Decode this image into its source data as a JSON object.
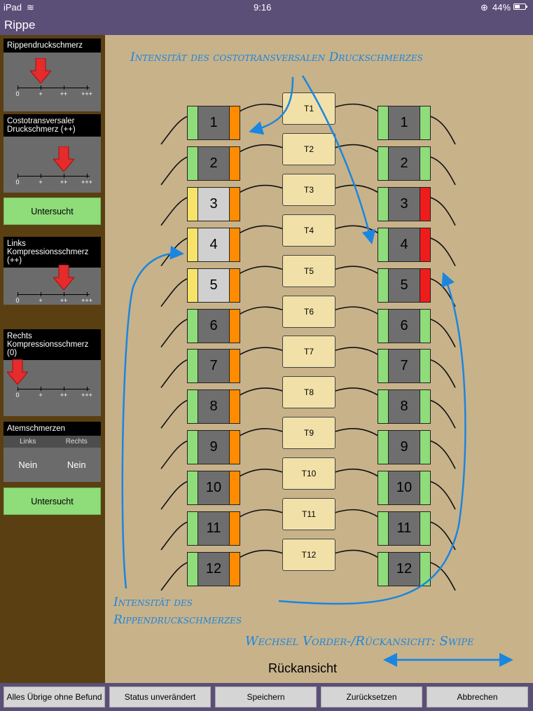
{
  "statusbar": {
    "device": "iPad",
    "time": "9:16",
    "battery": "44%"
  },
  "title": "Rippe",
  "sidebar": {
    "panels": [
      {
        "title": "Rippendruckschmerz",
        "level": 1
      },
      {
        "title": "Costotransversaler Druckschmerz (++)",
        "level": 2
      },
      {
        "title": "Links Kompressionsschmerz (++)",
        "level": 2
      },
      {
        "title": "Rechts Kompressionsschmerz (0)",
        "level": 0
      }
    ],
    "scale_labels": [
      "0",
      "+",
      "++",
      "+++"
    ],
    "untersucht_1": "Untersucht",
    "untersucht_2": "Untersucht",
    "atem": {
      "title": "Atemschmerzen",
      "col_left": "Links",
      "col_right": "Rechts",
      "val_left": "Nein",
      "val_right": "Nein"
    }
  },
  "ribs": {
    "left": [
      {
        "n": "1",
        "inner": "#8fdc7a",
        "center": "#6e6e6e",
        "outer": "#ff8c00"
      },
      {
        "n": "2",
        "inner": "#8fdc7a",
        "center": "#6e6e6e",
        "outer": "#ff8c00"
      },
      {
        "n": "3",
        "inner": "#f7e36a",
        "center": "#d0d0d0",
        "outer": "#ff8c00"
      },
      {
        "n": "4",
        "inner": "#f7e36a",
        "center": "#d0d0d0",
        "outer": "#ff8c00"
      },
      {
        "n": "5",
        "inner": "#f7e36a",
        "center": "#d0d0d0",
        "outer": "#ff8c00"
      },
      {
        "n": "6",
        "inner": "#8fdc7a",
        "center": "#6e6e6e",
        "outer": "#ff8c00"
      },
      {
        "n": "7",
        "inner": "#8fdc7a",
        "center": "#6e6e6e",
        "outer": "#ff8c00"
      },
      {
        "n": "8",
        "inner": "#8fdc7a",
        "center": "#6e6e6e",
        "outer": "#ff8c00"
      },
      {
        "n": "9",
        "inner": "#8fdc7a",
        "center": "#6e6e6e",
        "outer": "#ff8c00"
      },
      {
        "n": "10",
        "inner": "#8fdc7a",
        "center": "#6e6e6e",
        "outer": "#ff8c00"
      },
      {
        "n": "11",
        "inner": "#8fdc7a",
        "center": "#6e6e6e",
        "outer": "#ff8c00"
      },
      {
        "n": "12",
        "inner": "#8fdc7a",
        "center": "#6e6e6e",
        "outer": "#ff8c00"
      }
    ],
    "right": [
      {
        "n": "1",
        "inner": "#8fdc7a",
        "center": "#6e6e6e",
        "outer": "#8fdc7a"
      },
      {
        "n": "2",
        "inner": "#8fdc7a",
        "center": "#6e6e6e",
        "outer": "#8fdc7a"
      },
      {
        "n": "3",
        "inner": "#8fdc7a",
        "center": "#6e6e6e",
        "outer": "#ee1c1c"
      },
      {
        "n": "4",
        "inner": "#8fdc7a",
        "center": "#6e6e6e",
        "outer": "#ee1c1c"
      },
      {
        "n": "5",
        "inner": "#8fdc7a",
        "center": "#6e6e6e",
        "outer": "#ee1c1c"
      },
      {
        "n": "6",
        "inner": "#8fdc7a",
        "center": "#6e6e6e",
        "outer": "#8fdc7a"
      },
      {
        "n": "7",
        "inner": "#8fdc7a",
        "center": "#6e6e6e",
        "outer": "#8fdc7a"
      },
      {
        "n": "8",
        "inner": "#8fdc7a",
        "center": "#6e6e6e",
        "outer": "#8fdc7a"
      },
      {
        "n": "9",
        "inner": "#8fdc7a",
        "center": "#6e6e6e",
        "outer": "#8fdc7a"
      },
      {
        "n": "10",
        "inner": "#8fdc7a",
        "center": "#6e6e6e",
        "outer": "#8fdc7a"
      },
      {
        "n": "11",
        "inner": "#8fdc7a",
        "center": "#6e6e6e",
        "outer": "#8fdc7a"
      },
      {
        "n": "12",
        "inner": "#8fdc7a",
        "center": "#6e6e6e",
        "outer": "#8fdc7a"
      }
    ]
  },
  "vertebrae": [
    "T1",
    "T2",
    "T3",
    "T4",
    "T5",
    "T6",
    "T7",
    "T8",
    "T9",
    "T10",
    "T11",
    "T12"
  ],
  "annotations": {
    "top": "Intensität des costotransversalen Druckschmerzes",
    "bottom_line1": "Intensität des",
    "bottom_line2": "Rippendruckschmerzes",
    "swipe": "Wechsel Vorder-/Rückansicht: Swipe"
  },
  "view_label": "Rückansicht",
  "bottom_buttons": [
    "Alles Übrige ohne Befund",
    "Status unverändert",
    "Speichern",
    "Zurücksetzen",
    "Abbrechen"
  ],
  "colors": {
    "accent": "#5b4f78",
    "annotation": "#1a86e0",
    "marker": "#e52b2b"
  }
}
